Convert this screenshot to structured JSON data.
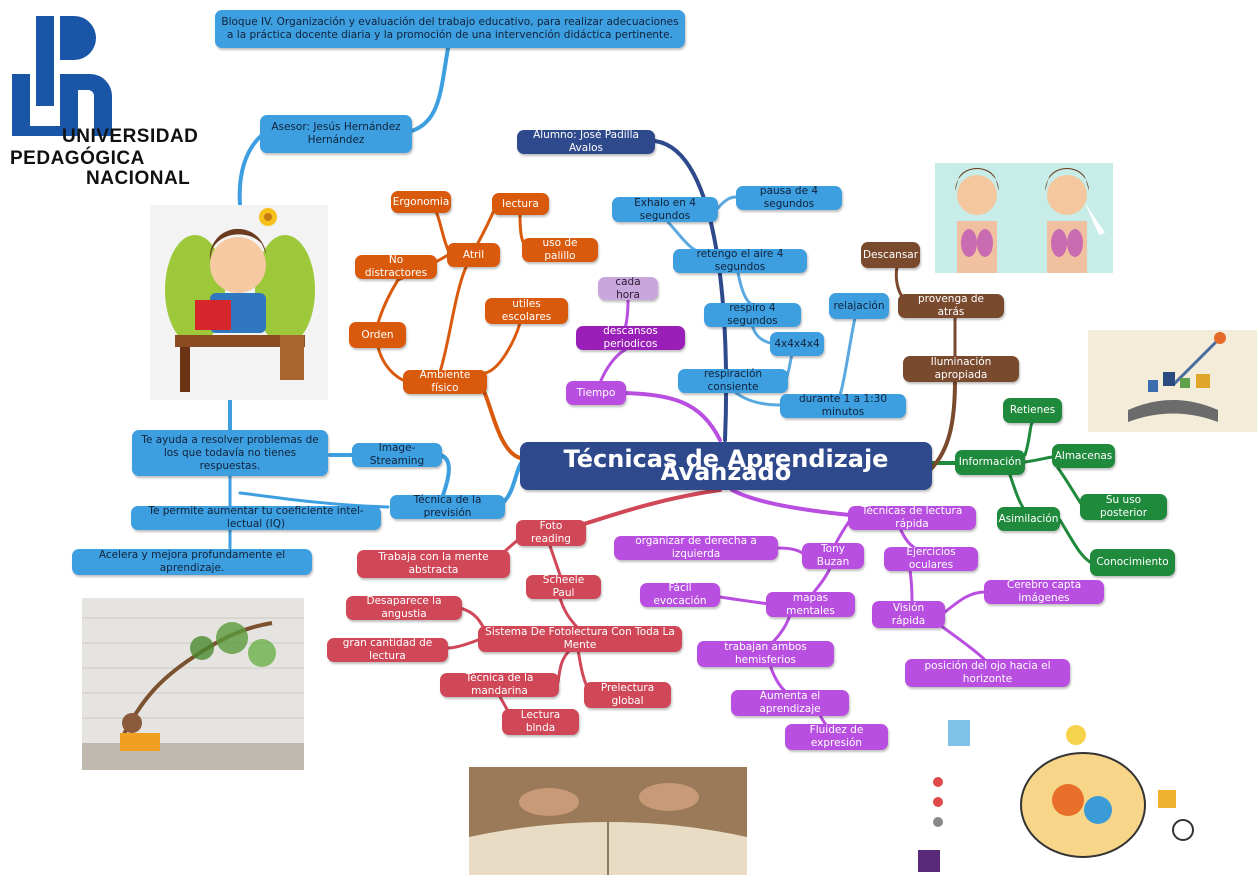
{
  "logo": {
    "line1": "UNIVERSIDAD",
    "line2": "PEDAGÓGICA",
    "line3": "NACIONAL",
    "brand_color": "#1a56a8"
  },
  "central": "Técnicas de Aprendizaje Avanzado",
  "nodes": {
    "bloque": "Bloque IV. Organización y evaluación del trabajo educativo, para realizar adecuaciones a la práctica docente diaria y la promoción de una intervención didáctica pertinente.",
    "asesor": "Asesor: Jesús Hernández Hernández",
    "alumno": "Alumno: José Padilla Avalos",
    "exhalo": "Exhalo en 4 segundos",
    "pausa": "pausa de 4 segundos",
    "retengo": "retengo el aire 4 segundos",
    "respiro": "respiro 4 segundos",
    "cuatro": "4x4x4x4",
    "respiracion": "respiración consiente",
    "durante": "durante 1 a 1:30 minutos",
    "relajacion": "relajación",
    "ergonomia": "Ergonomia",
    "lectura": "lectura",
    "atril": "Atril",
    "palillo": "uso de palillo",
    "nodistractores": "No distractores",
    "orden": "Orden",
    "utiles": "utiles escolares",
    "ambiente": "Ambiente físico",
    "cadahora": "cada hora",
    "descansos": "descansos periodicos",
    "tiempo": "Tiempo",
    "descansar": "Descansar",
    "provenga": "provenga de atrás",
    "iluminacion": "Iluminación apropiada",
    "informacion": "Información",
    "retienes": "Retienes",
    "almacenas": "Almacenas",
    "suuso": "Su uso posterior",
    "asimilacion": "Asimilación",
    "conocimiento": "Conocimiento",
    "resolver": "Te ayuda a resolver problemas de los que todavía no tienes respuestas.",
    "imagestream": "Image-Streaming",
    "prevision": "Técnica de la previsión",
    "coeficiente": "Te permite aumentar tu coeficiente intel-lectual (IQ)",
    "acelera": "Acelera y mejora profundamente el aprendizaje.",
    "fotoreading": "Foto reading",
    "abstracta": "Trabaja con la mente abstracta",
    "scheele": "Scheele Paul",
    "angustia": "Desaparece la angustia",
    "sistema": "Sistema De Fotolectura Con Toda La Mente",
    "gran": "gran cantidad de lectura",
    "mandarina": "Técnica de la mandarina",
    "prelectura": "Prelectura global",
    "blinda": "Lectura blnda",
    "lecturarapida": "Técnicas de lectura rápida",
    "organizar": "organizar de derecha a izquierda",
    "tonybuzan": "Tony Buzan",
    "oculares": "Ejercicios oculares",
    "facil": "Fácil evocación",
    "mapas": "mapas mentales",
    "vision": "Visión rápida",
    "cerebro": "Cerebro capta imágenes",
    "hemisferios": "trabajan ambos hemisferios",
    "posicion": "posición del ojo hacia el horizonte",
    "aumenta": "Aumenta el aprendizaje",
    "fluidez": "Fluidez de expresión"
  },
  "colors": {
    "blue": "#3d9ee0",
    "navy": "#2f4a8c",
    "orange": "#d95a0c",
    "purple": "#b94fe0",
    "red": "#d04858",
    "green": "#1f8a3c",
    "brown": "#7a4a2e",
    "mauve": "#c9a6dc"
  },
  "images": [
    "child-reading-illustration",
    "girls-breathing-illustration",
    "open-book-illustration",
    "girl-reading-tree-photo",
    "hands-on-book-photo",
    "brain-gears-illustration"
  ]
}
